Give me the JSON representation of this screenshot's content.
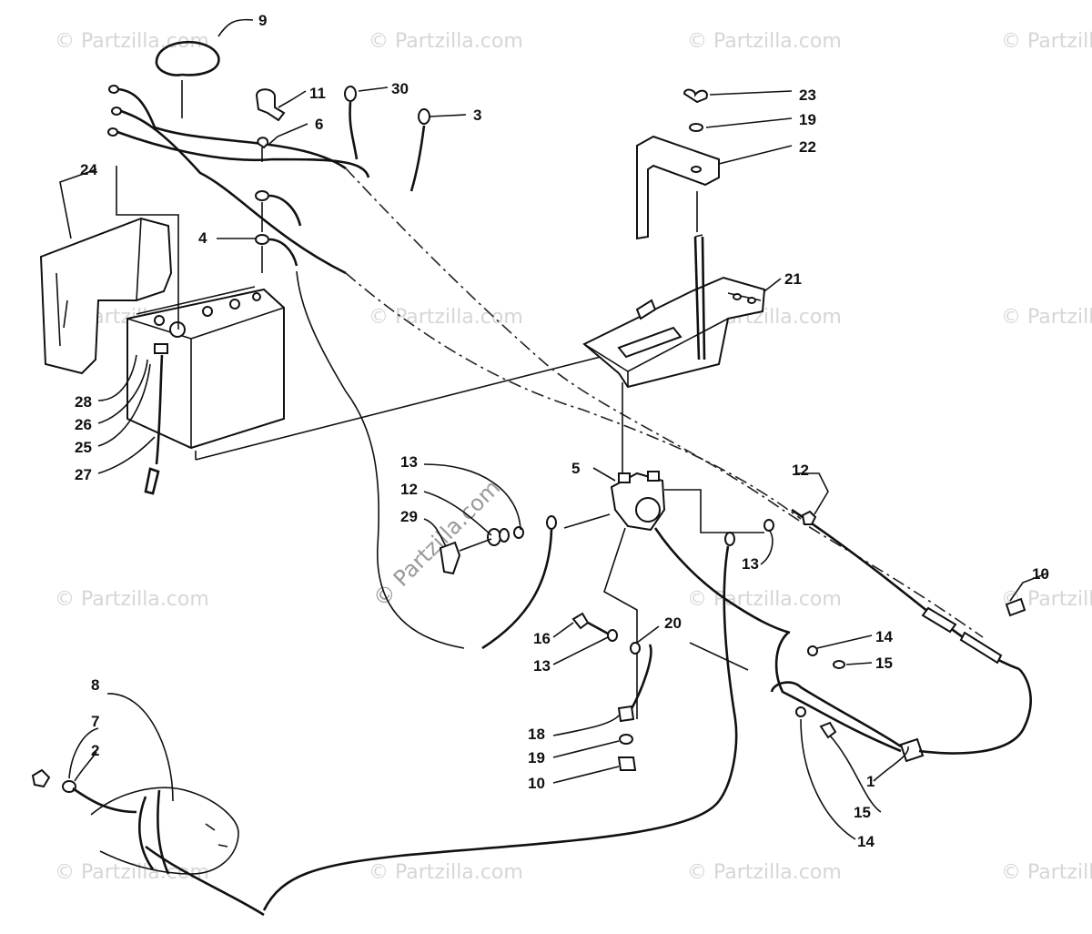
{
  "watermarks": {
    "text": "© Partzilla.com",
    "center_text": "© Partzilla.com"
  },
  "callouts": {
    "c1": "1",
    "c2": "2",
    "c3": "3",
    "c4": "4",
    "c5": "5",
    "c6": "6",
    "c7": "7",
    "c8": "8",
    "c9": "9",
    "c10a": "10",
    "c10b": "10",
    "c11": "11",
    "c12a": "12",
    "c12b": "12",
    "c13a": "13",
    "c13b": "13",
    "c13c": "13",
    "c14a": "14",
    "c14b": "14",
    "c15a": "15",
    "c15b": "15",
    "c16": "16",
    "c18": "18",
    "c19a": "19",
    "c19b": "19",
    "c20": "20",
    "c21": "21",
    "c22": "22",
    "c23": "23",
    "c24": "24",
    "c25": "25",
    "c26": "26",
    "c27": "27",
    "c28": "28",
    "c29": "29",
    "c30": "30"
  }
}
